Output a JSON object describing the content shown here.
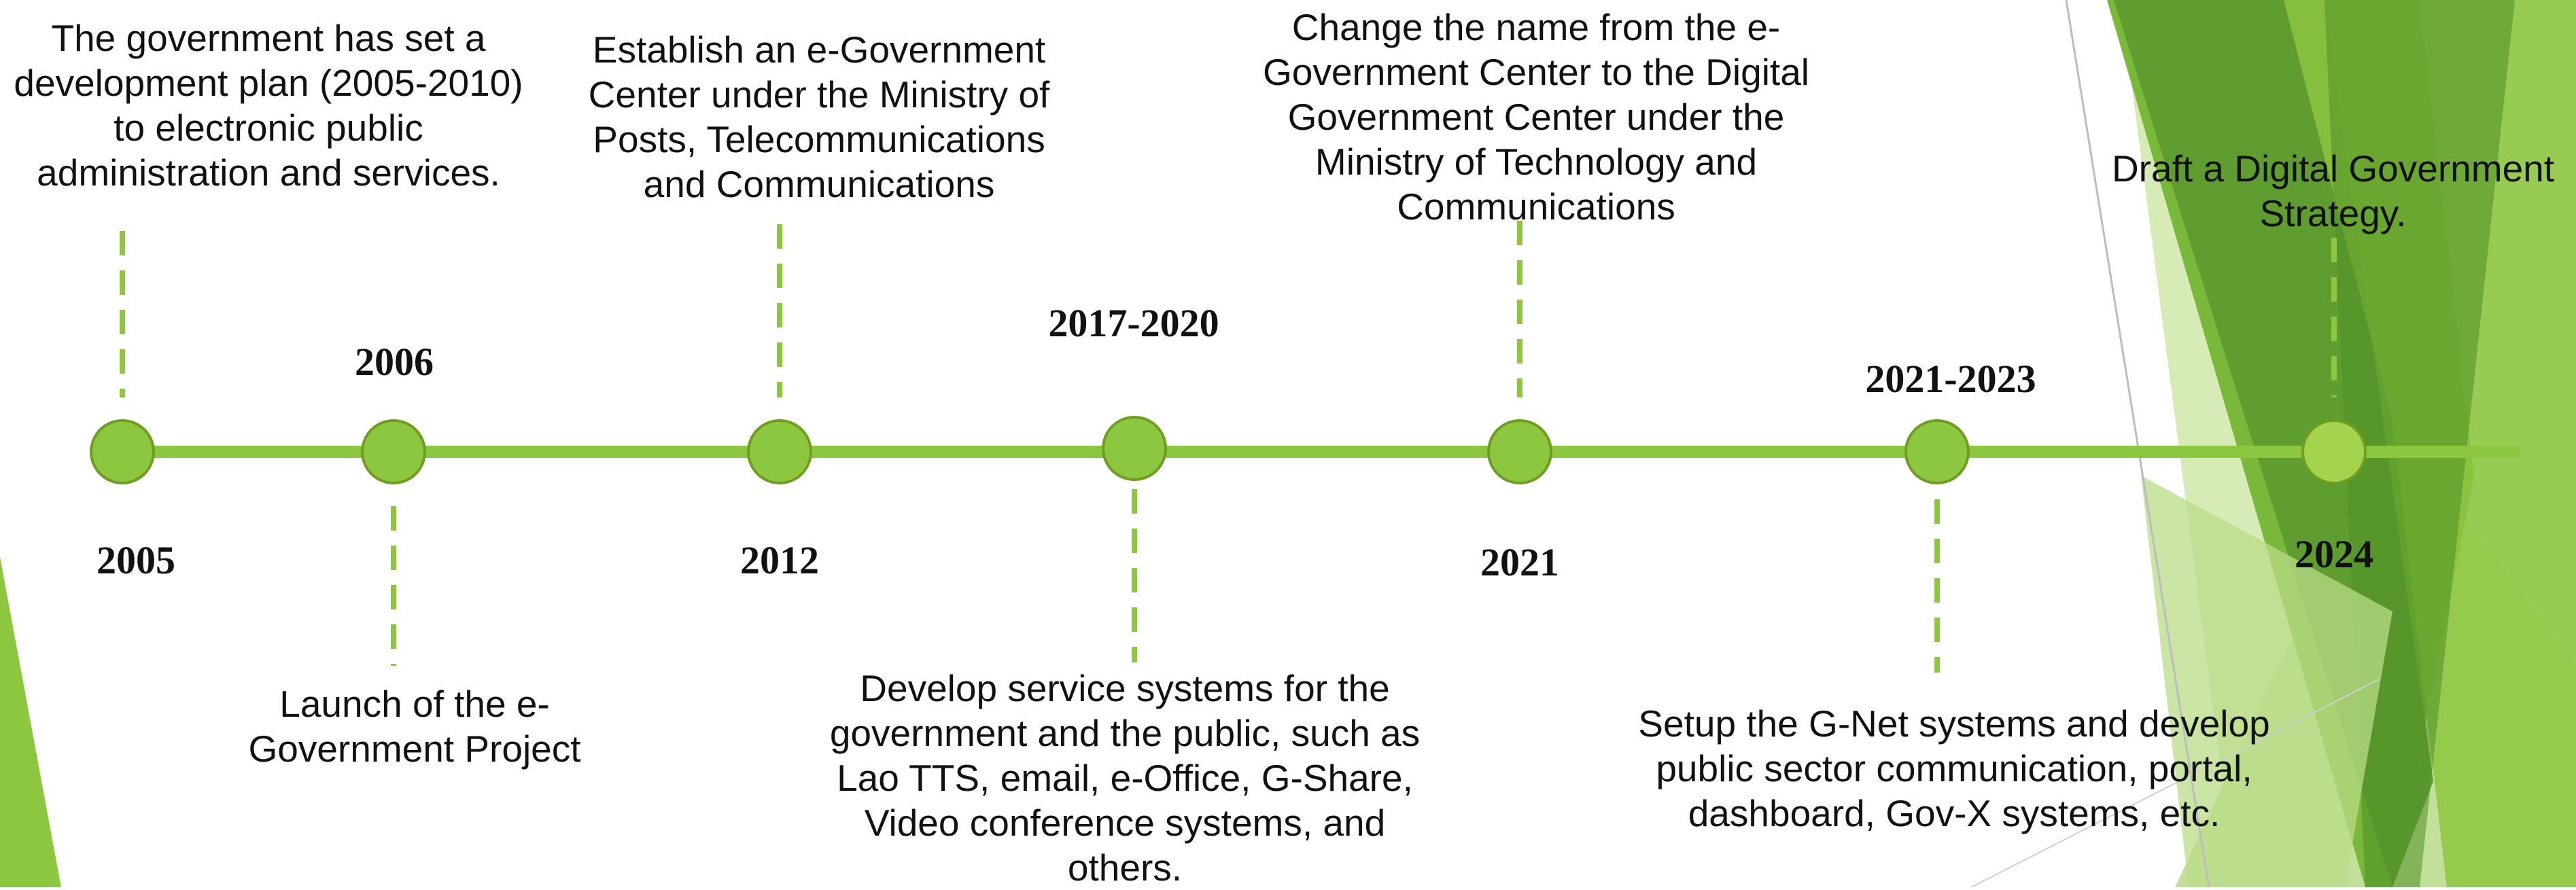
{
  "colors": {
    "line": "#8dc63f",
    "node_fill": "#8dc63f",
    "node_stroke": "#6f9d22",
    "dashed": "#8dc63f",
    "deco_dark": "#5a9a2c",
    "deco_mid": "#7fbf3c",
    "deco_light": "#c9e3a0"
  },
  "events": [
    {
      "year": "2005",
      "text": "The government has set a\ndevelopment plan (2005-2010)\nto electronic public\nadministration and services."
    },
    {
      "year": "2006",
      "text": "Launch of the e-\nGovernment Project"
    },
    {
      "year": "2012",
      "text": "Establish an e-Government\nCenter under the Ministry of\nPosts, Telecommunications\nand Communications"
    },
    {
      "year": "2017-2020",
      "text": "Develop service systems for the\ngovernment and the public, such as\nLao TTS, email, e-Office, G-Share,\nVideo conference systems, and\nothers."
    },
    {
      "year": "2021",
      "text": "Change the name from the e-\nGovernment Center to the Digital\nGovernment Center under the\nMinistry of Technology and\nCommunications"
    },
    {
      "year": "2021-2023",
      "text": "Setup the G-Net systems and develop\npublic sector communication,  portal,\ndashboard, Gov-X systems, etc."
    },
    {
      "year": "2024",
      "text": "Draft a Digital Government\nStrategy."
    }
  ]
}
